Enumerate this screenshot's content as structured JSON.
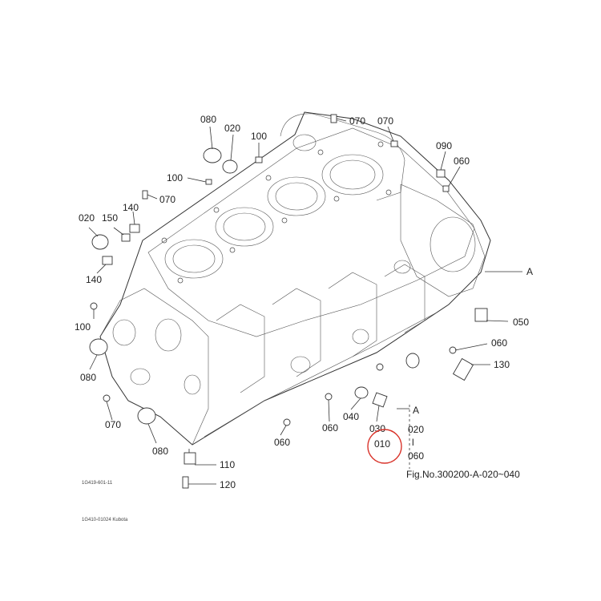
{
  "callouts": {
    "c080_top": "080",
    "c020_top": "020",
    "c100_top": "100",
    "c070_top": "070",
    "c070_top2": "070",
    "c090": "090",
    "c060_tr": "060",
    "c100_left": "100",
    "c070_left": "070",
    "c140_a": "140",
    "c020_left": "020",
    "c150": "150",
    "c140_b": "140",
    "cA_right": "A",
    "c100_side": "100",
    "c050": "050",
    "c080_side": "080",
    "c060_r": "060",
    "c130": "130",
    "c070_bottom": "070",
    "c080_bottom": "080",
    "c060_b1": "060",
    "c060_b2": "060",
    "c040": "040",
    "c030": "030",
    "c010": "010",
    "c110": "110",
    "c120": "120",
    "ref_A": "A",
    "ref_020": "020",
    "ref_060": "060",
    "ref_sep": "l"
  },
  "fig_ref": "Fig.No.300200-A-020~040",
  "drawing_code": "1G419-601-11",
  "footer_text": "1G410-01024 Kubota",
  "highlight_color": "#d9342b"
}
